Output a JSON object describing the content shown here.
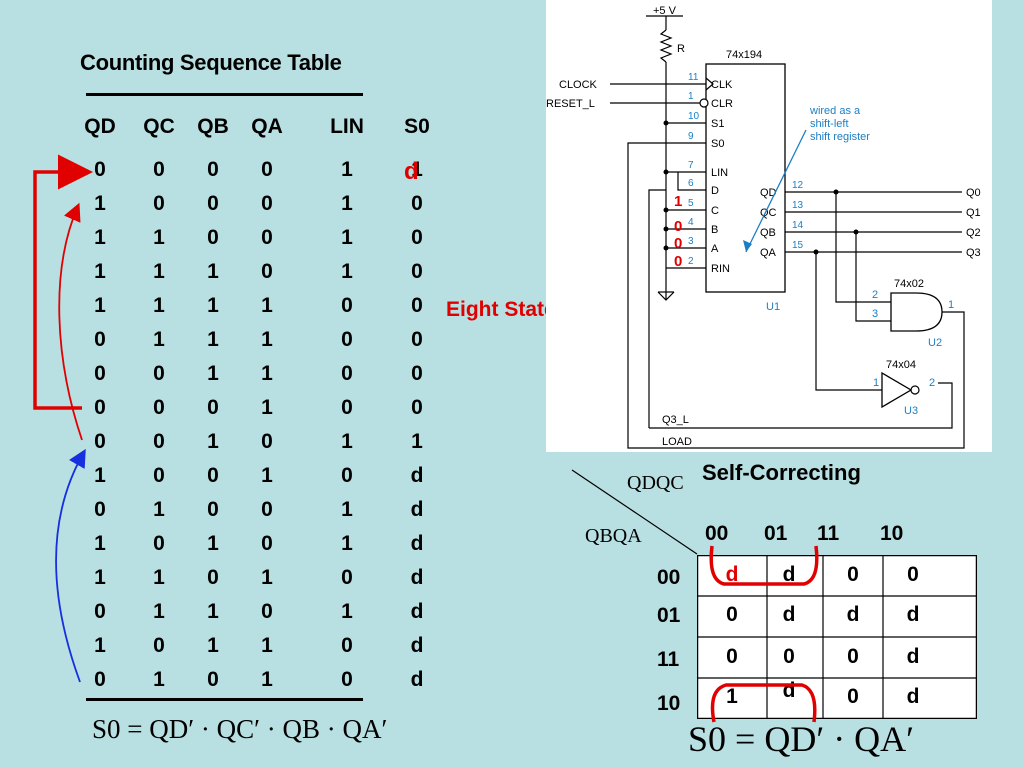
{
  "table": {
    "title": "Counting Sequence Table",
    "headers": [
      "QD",
      "QC",
      "QB",
      "QA",
      "LIN",
      "S0"
    ],
    "rows": [
      [
        "0",
        "0",
        "0",
        "0",
        "1",
        "1"
      ],
      [
        "1",
        "0",
        "0",
        "0",
        "1",
        "0"
      ],
      [
        "1",
        "1",
        "0",
        "0",
        "1",
        "0"
      ],
      [
        "1",
        "1",
        "1",
        "0",
        "1",
        "0"
      ],
      [
        "1",
        "1",
        "1",
        "1",
        "0",
        "0"
      ],
      [
        "0",
        "1",
        "1",
        "1",
        "0",
        "0"
      ],
      [
        "0",
        "0",
        "1",
        "1",
        "0",
        "0"
      ],
      [
        "0",
        "0",
        "0",
        "1",
        "0",
        "0"
      ],
      [
        "0",
        "0",
        "1",
        "0",
        "1",
        "1"
      ],
      [
        "1",
        "0",
        "0",
        "1",
        "0",
        "d"
      ],
      [
        "0",
        "1",
        "0",
        "0",
        "1",
        "d"
      ],
      [
        "1",
        "0",
        "1",
        "0",
        "1",
        "d"
      ],
      [
        "1",
        "1",
        "0",
        "1",
        "0",
        "d"
      ],
      [
        "0",
        "1",
        "1",
        "0",
        "1",
        "d"
      ],
      [
        "1",
        "0",
        "1",
        "1",
        "0",
        "d"
      ],
      [
        "0",
        "1",
        "0",
        "1",
        "0",
        "d"
      ]
    ],
    "overlay_s0_first_row": "d",
    "formula": "S0 = QD′ · QC′ · QB · QA′"
  },
  "annotations": {
    "eight_states": "Eight States",
    "self_correcting": "Self-Correcting",
    "kmap_formula": "S0 = QD′ · QA′"
  },
  "circuit": {
    "supply": "+5 V",
    "resistor": "R",
    "chip_u1": "74x194",
    "chip_u1_ref": "U1",
    "chip_u2": "74x02",
    "chip_u2_ref": "U2",
    "chip_u3": "74x04",
    "chip_u3_ref": "U3",
    "left_inputs": [
      "CLOCK",
      "RESET_L"
    ],
    "pins_left": [
      {
        "num": "11",
        "name": "CLK"
      },
      {
        "num": "1",
        "name": "CLR"
      },
      {
        "num": "10",
        "name": "S1"
      },
      {
        "num": "9",
        "name": "S0"
      },
      {
        "num": "7",
        "name": "LIN"
      },
      {
        "num": "6",
        "name": "D"
      },
      {
        "num": "5",
        "name": "C"
      },
      {
        "num": "4",
        "name": "B"
      },
      {
        "num": "3",
        "name": "A"
      },
      {
        "num": "2",
        "name": "RIN"
      }
    ],
    "pins_right": [
      {
        "num": "12",
        "name": "QD"
      },
      {
        "num": "13",
        "name": "QC"
      },
      {
        "num": "14",
        "name": "QB"
      },
      {
        "num": "15",
        "name": "QA"
      }
    ],
    "outputs": [
      "Q0",
      "Q1",
      "Q2",
      "Q3"
    ],
    "note": [
      "wired as a",
      "shift-left",
      "shift register"
    ],
    "nor_pins": [
      "2",
      "3",
      "1"
    ],
    "not_pins": [
      "1",
      "2"
    ],
    "bottom_labels": [
      "Q3_L",
      "LOAD"
    ],
    "dcba_values": [
      "1",
      "0",
      "0",
      "0"
    ]
  },
  "kmap": {
    "col_var": "QDQC",
    "row_var": "QBQA",
    "cols": [
      "00",
      "01",
      "11",
      "10"
    ],
    "rows": [
      "00",
      "01",
      "11",
      "10"
    ],
    "cells": [
      [
        "d",
        "d",
        "0",
        "0"
      ],
      [
        "0",
        "d",
        "d",
        "d"
      ],
      [
        "0",
        "0",
        "0",
        "d"
      ],
      [
        "1",
        "d",
        "0",
        "d"
      ]
    ]
  },
  "colors": {
    "background": "#b8dfe1",
    "accent_red": "#e10000",
    "accent_blue": "#1630e0",
    "circuit_blue": "#1c7fc4"
  }
}
